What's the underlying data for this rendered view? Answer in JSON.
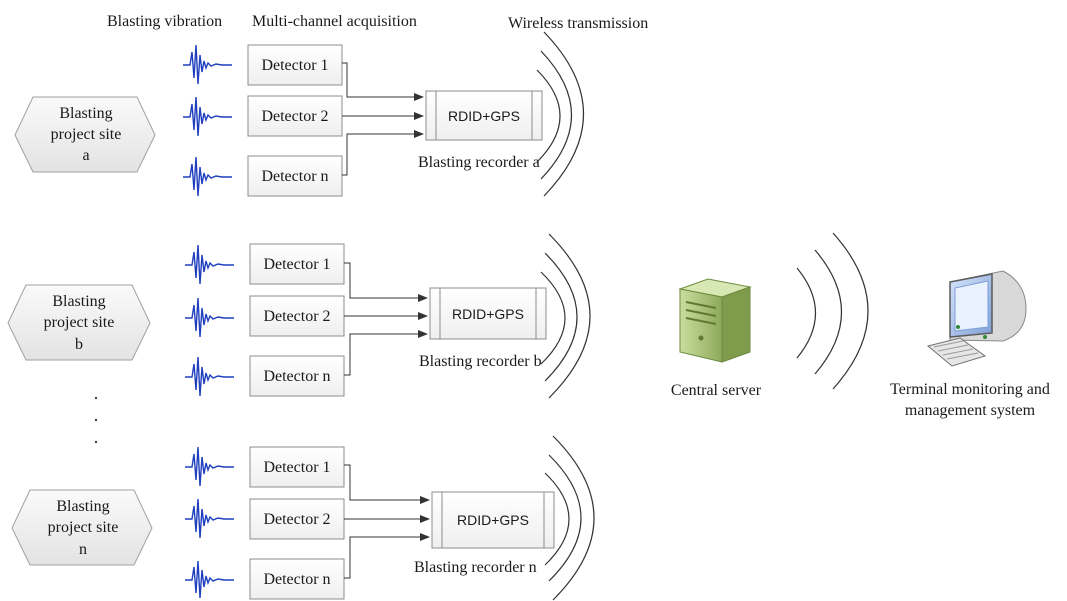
{
  "header": {
    "vibration": "Blasting vibration",
    "acquisition": "Multi-channel acquisition",
    "wireless": "Wireless transmission"
  },
  "sites": [
    {
      "site_label": [
        "Blasting",
        "project site",
        "a"
      ],
      "detectors": [
        "Detector 1",
        "Detector 2",
        "Detector n"
      ],
      "recorder_box": "RDID+GPS",
      "recorder_label": "Blasting recorder a"
    },
    {
      "site_label": [
        "Blasting",
        "project site",
        "b"
      ],
      "detectors": [
        "Detector 1",
        "Detector 2",
        "Detector n"
      ],
      "recorder_box": "RDID+GPS",
      "recorder_label": "Blasting recorder b"
    },
    {
      "site_label": [
        "Blasting",
        "project site",
        "n"
      ],
      "detectors": [
        "Detector 1",
        "Detector 2",
        "Detector n"
      ],
      "recorder_box": "RDID+GPS",
      "recorder_label": "Blasting recorder n"
    }
  ],
  "ellipsis": [
    "·",
    "·",
    "·"
  ],
  "server": {
    "label": "Central server",
    "icon": "server-tower-icon"
  },
  "terminal": {
    "label": [
      "Terminal monitoring and",
      "management system"
    ],
    "icon": "computer-icon"
  },
  "colors": {
    "waveform": "#1f3fbf",
    "box_border": "#8c8c8c",
    "hexagon_fill": "#ececec",
    "server_green": "#a8c17a",
    "monitor_blue": "#9fb8e6",
    "line": "#333333"
  }
}
